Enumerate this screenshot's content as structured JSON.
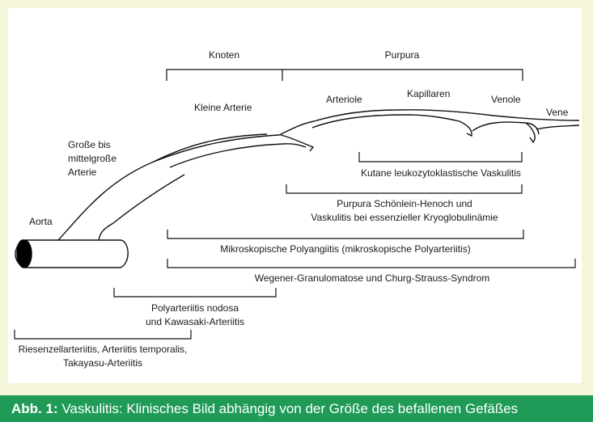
{
  "diagram": {
    "labels": {
      "knoten": "Knoten",
      "purpura": "Purpura",
      "kleine_arterie": "Kleine Arterie",
      "arteriole": "Arteriole",
      "kapillaren": "Kapillaren",
      "venole": "Venole",
      "vene": "Vene",
      "grosse_1": "Große bis",
      "grosse_2": "mittelgroße",
      "grosse_3": "Arterie",
      "aorta": "Aorta"
    },
    "ranges": {
      "kutane": "Kutane leukozytoklastische Vaskulitis",
      "purpura_sh_1": "Purpura Schönlein-Henoch und",
      "purpura_sh_2": "Vaskulitis bei essenzieller Kryoglobulinämie",
      "mikro": "Mikroskopische Polyangiitis (mikroskopische Polyarteriitis)",
      "wegener": "Wegener-Granulomatose und Churg-Strauss-Syndrom",
      "pan_1": "Polyarteriitis nodosa",
      "pan_2": "und Kawasaki-Arteriitis",
      "riesen_1": "Riesenzellarteriitis, Arteriitis temporalis,",
      "riesen_2": "Takayasu-Arteriitis"
    }
  },
  "caption": {
    "label": "Abb. 1:",
    "text": " Vaskulitis: Klinisches Bild abhängig von der Größe des befallenen Gefäßes"
  },
  "colors": {
    "background": "#f5f6d9",
    "caption_bar": "#1f9b57"
  }
}
